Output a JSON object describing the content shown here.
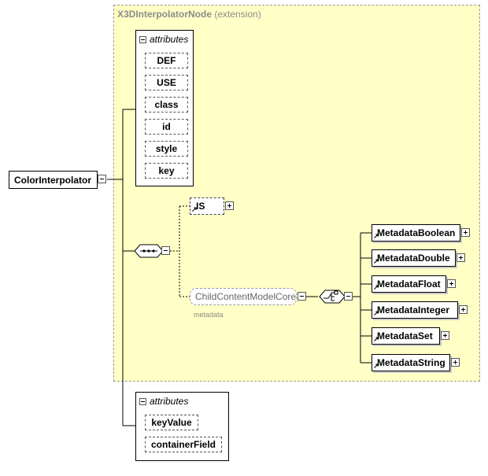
{
  "root": {
    "name": "ColorInterpolator"
  },
  "extension": {
    "type_name": "X3DInterpolatorNode",
    "suffix": "(extension)"
  },
  "inherited_attributes": {
    "heading": "attributes",
    "items": [
      "DEF",
      "USE",
      "class",
      "id",
      "style",
      "key"
    ]
  },
  "sequence": {
    "is_element": "IS",
    "group_ref": "ChildContentModelCore",
    "group_ref_note": "metadata",
    "choices": [
      "MetadataBoolean",
      "MetadataDouble",
      "MetadataFloat",
      "MetadataInteger",
      "MetadataSet",
      "MetadataString"
    ]
  },
  "own_attributes": {
    "heading": "attributes",
    "items": [
      "keyValue",
      "containerField"
    ]
  },
  "colors": {
    "extension_fill": "#ffffc6",
    "extension_title": "#8c8c8c"
  }
}
